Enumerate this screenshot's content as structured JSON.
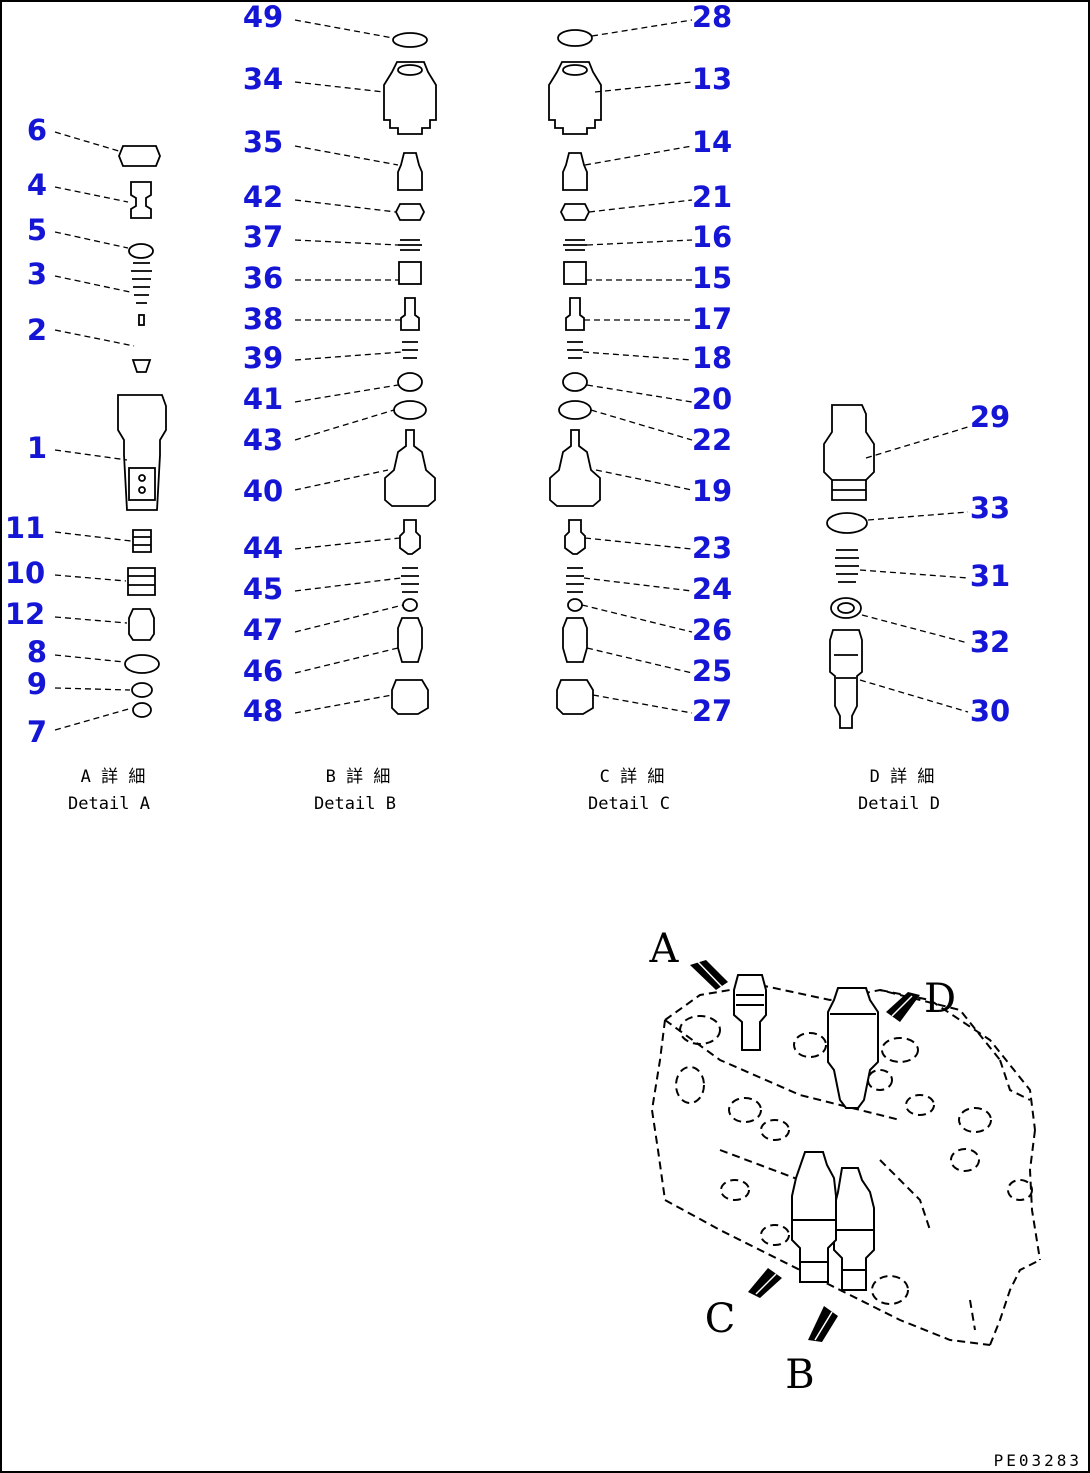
{
  "details": [
    {
      "key": "A",
      "title": "A 詳 細",
      "subtitle": "Detail A"
    },
    {
      "key": "B",
      "title": "B 詳 細",
      "subtitle": "Detail B"
    },
    {
      "key": "C",
      "title": "C 詳 細",
      "subtitle": "Detail C"
    },
    {
      "key": "D",
      "title": "D 詳 細",
      "subtitle": "Detail D"
    }
  ],
  "callouts": {
    "a": [
      "6",
      "4",
      "5",
      "3",
      "2",
      "1",
      "11",
      "10",
      "12",
      "8",
      "9",
      "7"
    ],
    "b": [
      "49",
      "34",
      "35",
      "42",
      "37",
      "36",
      "38",
      "39",
      "41",
      "43",
      "40",
      "44",
      "45",
      "47",
      "46",
      "48"
    ],
    "c": [
      "28",
      "13",
      "14",
      "21",
      "16",
      "15",
      "17",
      "18",
      "20",
      "22",
      "19",
      "23",
      "24",
      "26",
      "25",
      "27"
    ],
    "d": [
      "29",
      "33",
      "31",
      "32",
      "30"
    ]
  },
  "view_arrows": {
    "a": "A",
    "b": "B",
    "c": "C",
    "d": "D"
  },
  "drawing_code": "PE03283"
}
